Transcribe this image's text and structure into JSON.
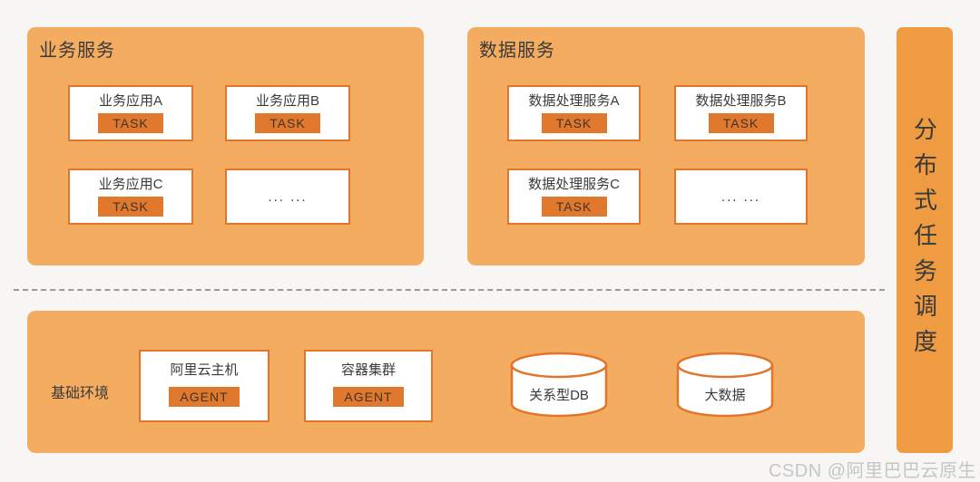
{
  "business_panel": {
    "title": "业务服务",
    "boxes": [
      {
        "name": "业务应用A",
        "badge": "TASK"
      },
      {
        "name": "业务应用B",
        "badge": "TASK"
      },
      {
        "name": "业务应用C",
        "badge": "TASK"
      },
      {
        "name": "... ..."
      }
    ]
  },
  "data_panel": {
    "title": "数据服务",
    "boxes": [
      {
        "name": "数据处理服务A",
        "badge": "TASK"
      },
      {
        "name": "数据处理服务B",
        "badge": "TASK"
      },
      {
        "name": "数据处理服务C",
        "badge": "TASK"
      },
      {
        "name": "... ..."
      }
    ]
  },
  "scheduler_bar": {
    "label": "分布式任务调度"
  },
  "infra_panel": {
    "label": "基础环境",
    "agent_boxes": [
      {
        "name": "阿里云主机",
        "badge": "AGENT"
      },
      {
        "name": "容器集群",
        "badge": "AGENT"
      }
    ],
    "databases": [
      {
        "name": "关系型DB"
      },
      {
        "name": "大数据"
      }
    ]
  },
  "watermark": "CSDN @阿里巴巴云原生",
  "colors": {
    "panel_bg": "#f4ac60",
    "scheduler_bar_bg": "#ef9b41",
    "badge_bg": "#e0782e",
    "box_border": "#e2752a",
    "text": "#3a3a3a",
    "divider": "#9a9a9a",
    "watermark": "#c6c6c6",
    "page_bg": "#f7f6f4"
  }
}
